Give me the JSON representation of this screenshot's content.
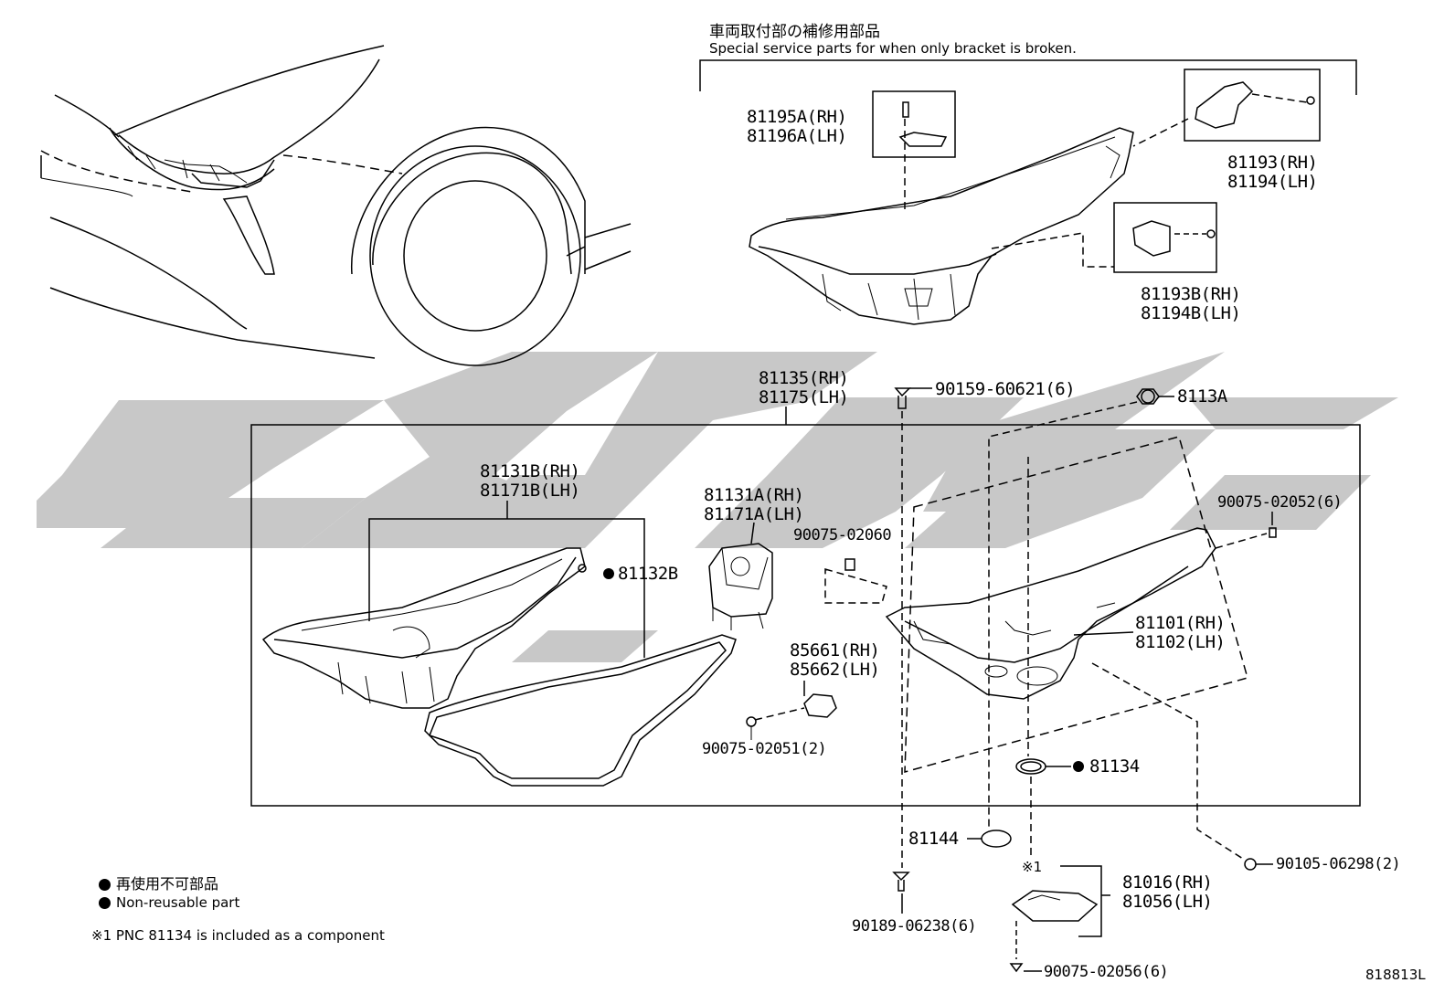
{
  "header": {
    "jp_title": "車両取付部の補修用部品",
    "en_title": "Special service parts for when only bracket is broken."
  },
  "parts": {
    "p81195": [
      "81195A(RH)",
      "81196A(LH)"
    ],
    "p81193": [
      "81193(RH)",
      "81194(LH)"
    ],
    "p81193B": [
      "81193B(RH)",
      "81194B(LH)"
    ],
    "p81135": [
      "81135(RH)",
      "81175(LH)"
    ],
    "p90159": "90159-60621(6)",
    "p8113A": "8113A",
    "p81131B": [
      "81131B(RH)",
      "81171B(LH)"
    ],
    "p81131A": [
      "81131A(RH)",
      "81171A(LH)"
    ],
    "p90075_02060": "90075-02060",
    "p90075_02052": "90075-02052(6)",
    "p81132B": "81132B",
    "p81101": [
      "81101(RH)",
      "81102(LH)"
    ],
    "p85661": [
      "85661(RH)",
      "85662(LH)"
    ],
    "p90075_02051": "90075-02051(2)",
    "p81134": "81134",
    "p81144": "81144",
    "p90105": "90105-06298(2)",
    "ref1": "※1",
    "p81016": [
      "81016(RH)",
      "81056(LH)"
    ],
    "p90189": "90189-06238(6)",
    "p90075_02056": "90075-02056(6)"
  },
  "legend": {
    "jp_nonreusable": "再使用不可部品",
    "en_nonreusable": "Non-reusable part",
    "note1": "※1 PNC 81134 is included as a component"
  },
  "diagram_code": "818813L",
  "colors": {
    "line": "#000000",
    "watermark": "#c8c8c8"
  }
}
